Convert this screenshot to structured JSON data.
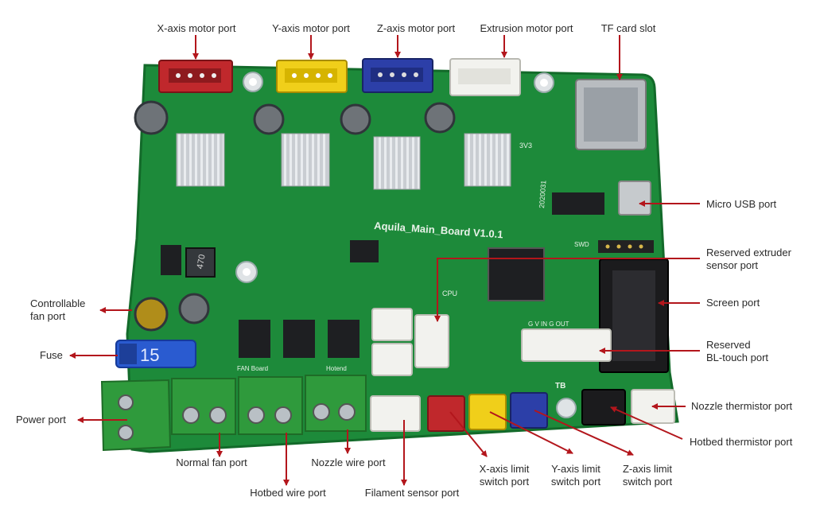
{
  "labels": {
    "x_motor": "X-axis motor port",
    "y_motor": "Y-axis motor port",
    "z_motor": "Z-axis motor port",
    "e_motor": "Extrusion motor port",
    "tf_card": "TF card slot",
    "micro_usb": "Micro USB port",
    "reserved_extruder": "Reserved extruder\nsensor port",
    "screen": "Screen port",
    "bltouch": "Reserved\nBL-touch port",
    "nozzle_therm": "Nozzle thermistor port",
    "hotbed_therm": "Hotbed thermistor port",
    "controllable_fan": "Controllable\nfan port",
    "fuse": "Fuse",
    "power": "Power port",
    "normal_fan": "Normal fan port",
    "hotbed_wire": "Hotbed wire port",
    "nozzle_wire": "Nozzle wire port",
    "filament": "Filament sensor port",
    "x_limit": "X-axis limit\nswitch port",
    "y_limit": "Y-axis limit\nswitch port",
    "z_limit": "Z-axis limit\nswitch port"
  },
  "board": {
    "silk_title": "Aquila_Main_Board  V1.0.1",
    "fuse_value": "15",
    "inductor_value": "470",
    "version_mark": "3V3",
    "date_mark": "2020031",
    "tag_cpu": "CPU",
    "tag_tb": "TB",
    "tag_bl": "G  V  IN  G  OUT",
    "tag_swd": "SWD",
    "tag_fan_board": "FAN  Board",
    "tag_hotend": "Hotend"
  },
  "colors": {
    "pcb": "#1d8a3a",
    "pcb_dark": "#136a2a",
    "arrow": "#b3161c",
    "x_connector": "#c0282c",
    "y_connector": "#f0cf1a",
    "z_connector": "#2c3fa8",
    "terminal": "#2f9a3c",
    "fuse": "#2a5bd0"
  }
}
